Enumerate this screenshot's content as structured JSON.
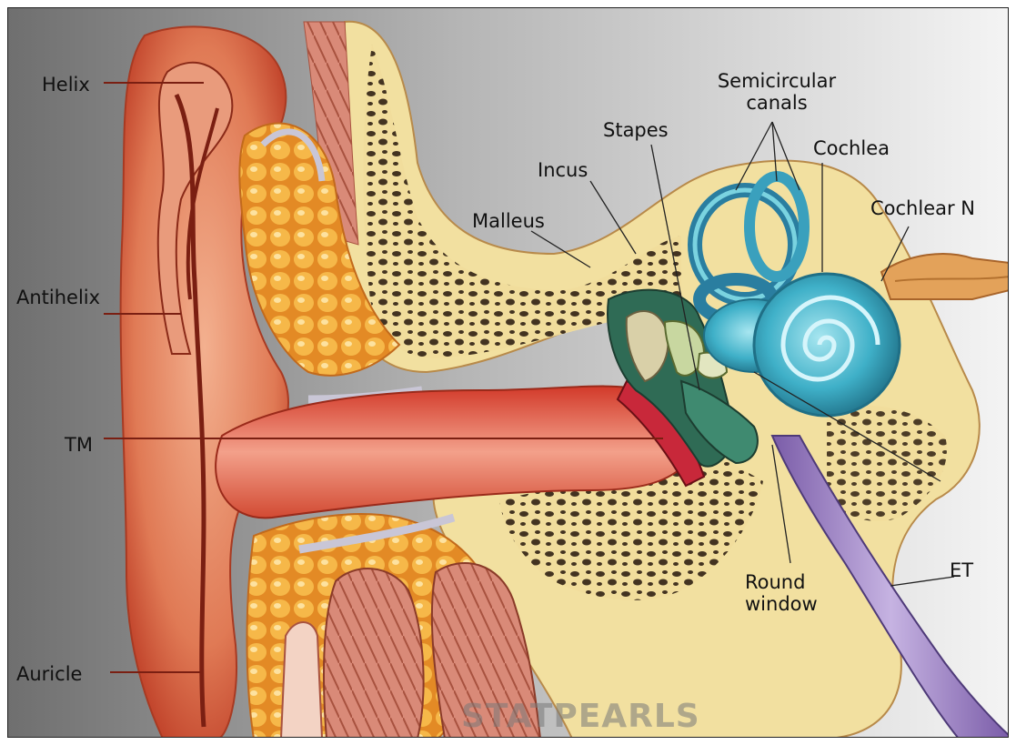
{
  "labels": {
    "helix": "Helix",
    "antihelix": "Antihelix",
    "tm": "TM",
    "auricle": "Auricle",
    "semicircular_canals": "Semicircular canals",
    "stapes": "Stapes",
    "incus": "Incus",
    "malleus": "Malleus",
    "cochlea": "Cochlea",
    "cochlear_n": "Cochlear N",
    "round_window": "Round window",
    "et": "ET"
  },
  "watermark": "STATPEARLS",
  "colors": {
    "background_dark": "#7c7c7c",
    "background_light": "#f2f2f2",
    "skin": "#d9613f",
    "bone": "#f2e0a0",
    "fat": "#f0a63a",
    "canal": "#c9342a",
    "inner_ear": "#3fb0c8",
    "eustachian_tube": "#9a7cc0"
  }
}
